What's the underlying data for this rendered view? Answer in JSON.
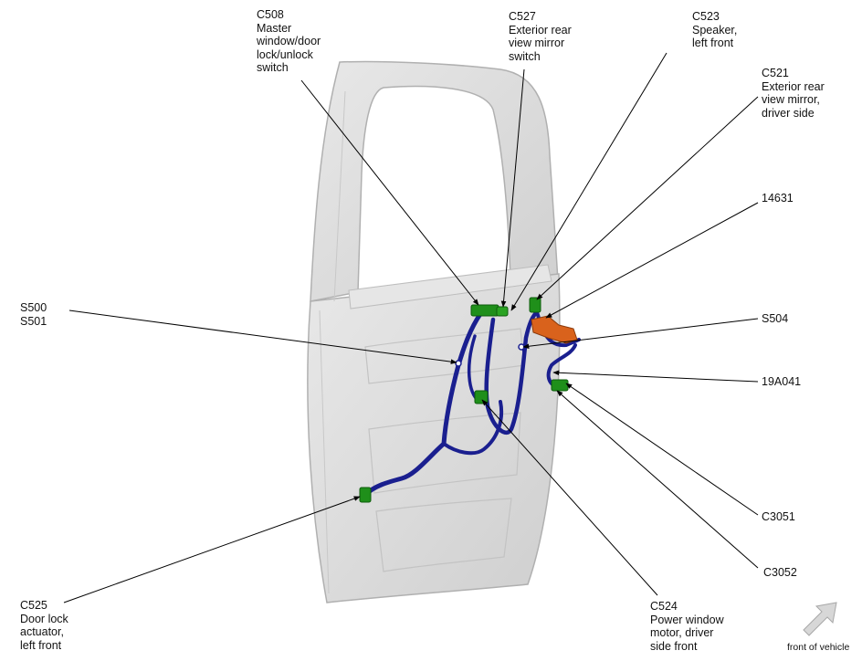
{
  "labels": {
    "c508": [
      "C508",
      "Master",
      "window/door",
      "lock/unlock",
      "switch"
    ],
    "c527": [
      "C527",
      "Exterior rear",
      "view mirror",
      "switch"
    ],
    "c523": [
      "C523",
      "Speaker,",
      "left front"
    ],
    "c521": [
      "C521",
      "Exterior rear",
      "view mirror,",
      "driver side"
    ],
    "n14631": [
      "14631"
    ],
    "s500": [
      "S500",
      "S501"
    ],
    "s504": [
      "S504"
    ],
    "n19a041": [
      "19A041"
    ],
    "c3051": [
      "C3051"
    ],
    "c3052": [
      "C3052"
    ],
    "c525": [
      "C525",
      "Door lock",
      "actuator,",
      "left front"
    ],
    "c524": [
      "C524",
      "Power window",
      "motor, driver",
      "side front"
    ]
  },
  "orientation_label": "front of vehicle",
  "colors": {
    "harness": "#1a1f8f",
    "connector_green": "#1f8f1a",
    "connector_orange": "#d9621c",
    "door_fill": "#dcdcdc",
    "door_edge": "#b5b5b5",
    "leader": "#000000",
    "arrow_fill": "#d7d7d7"
  }
}
